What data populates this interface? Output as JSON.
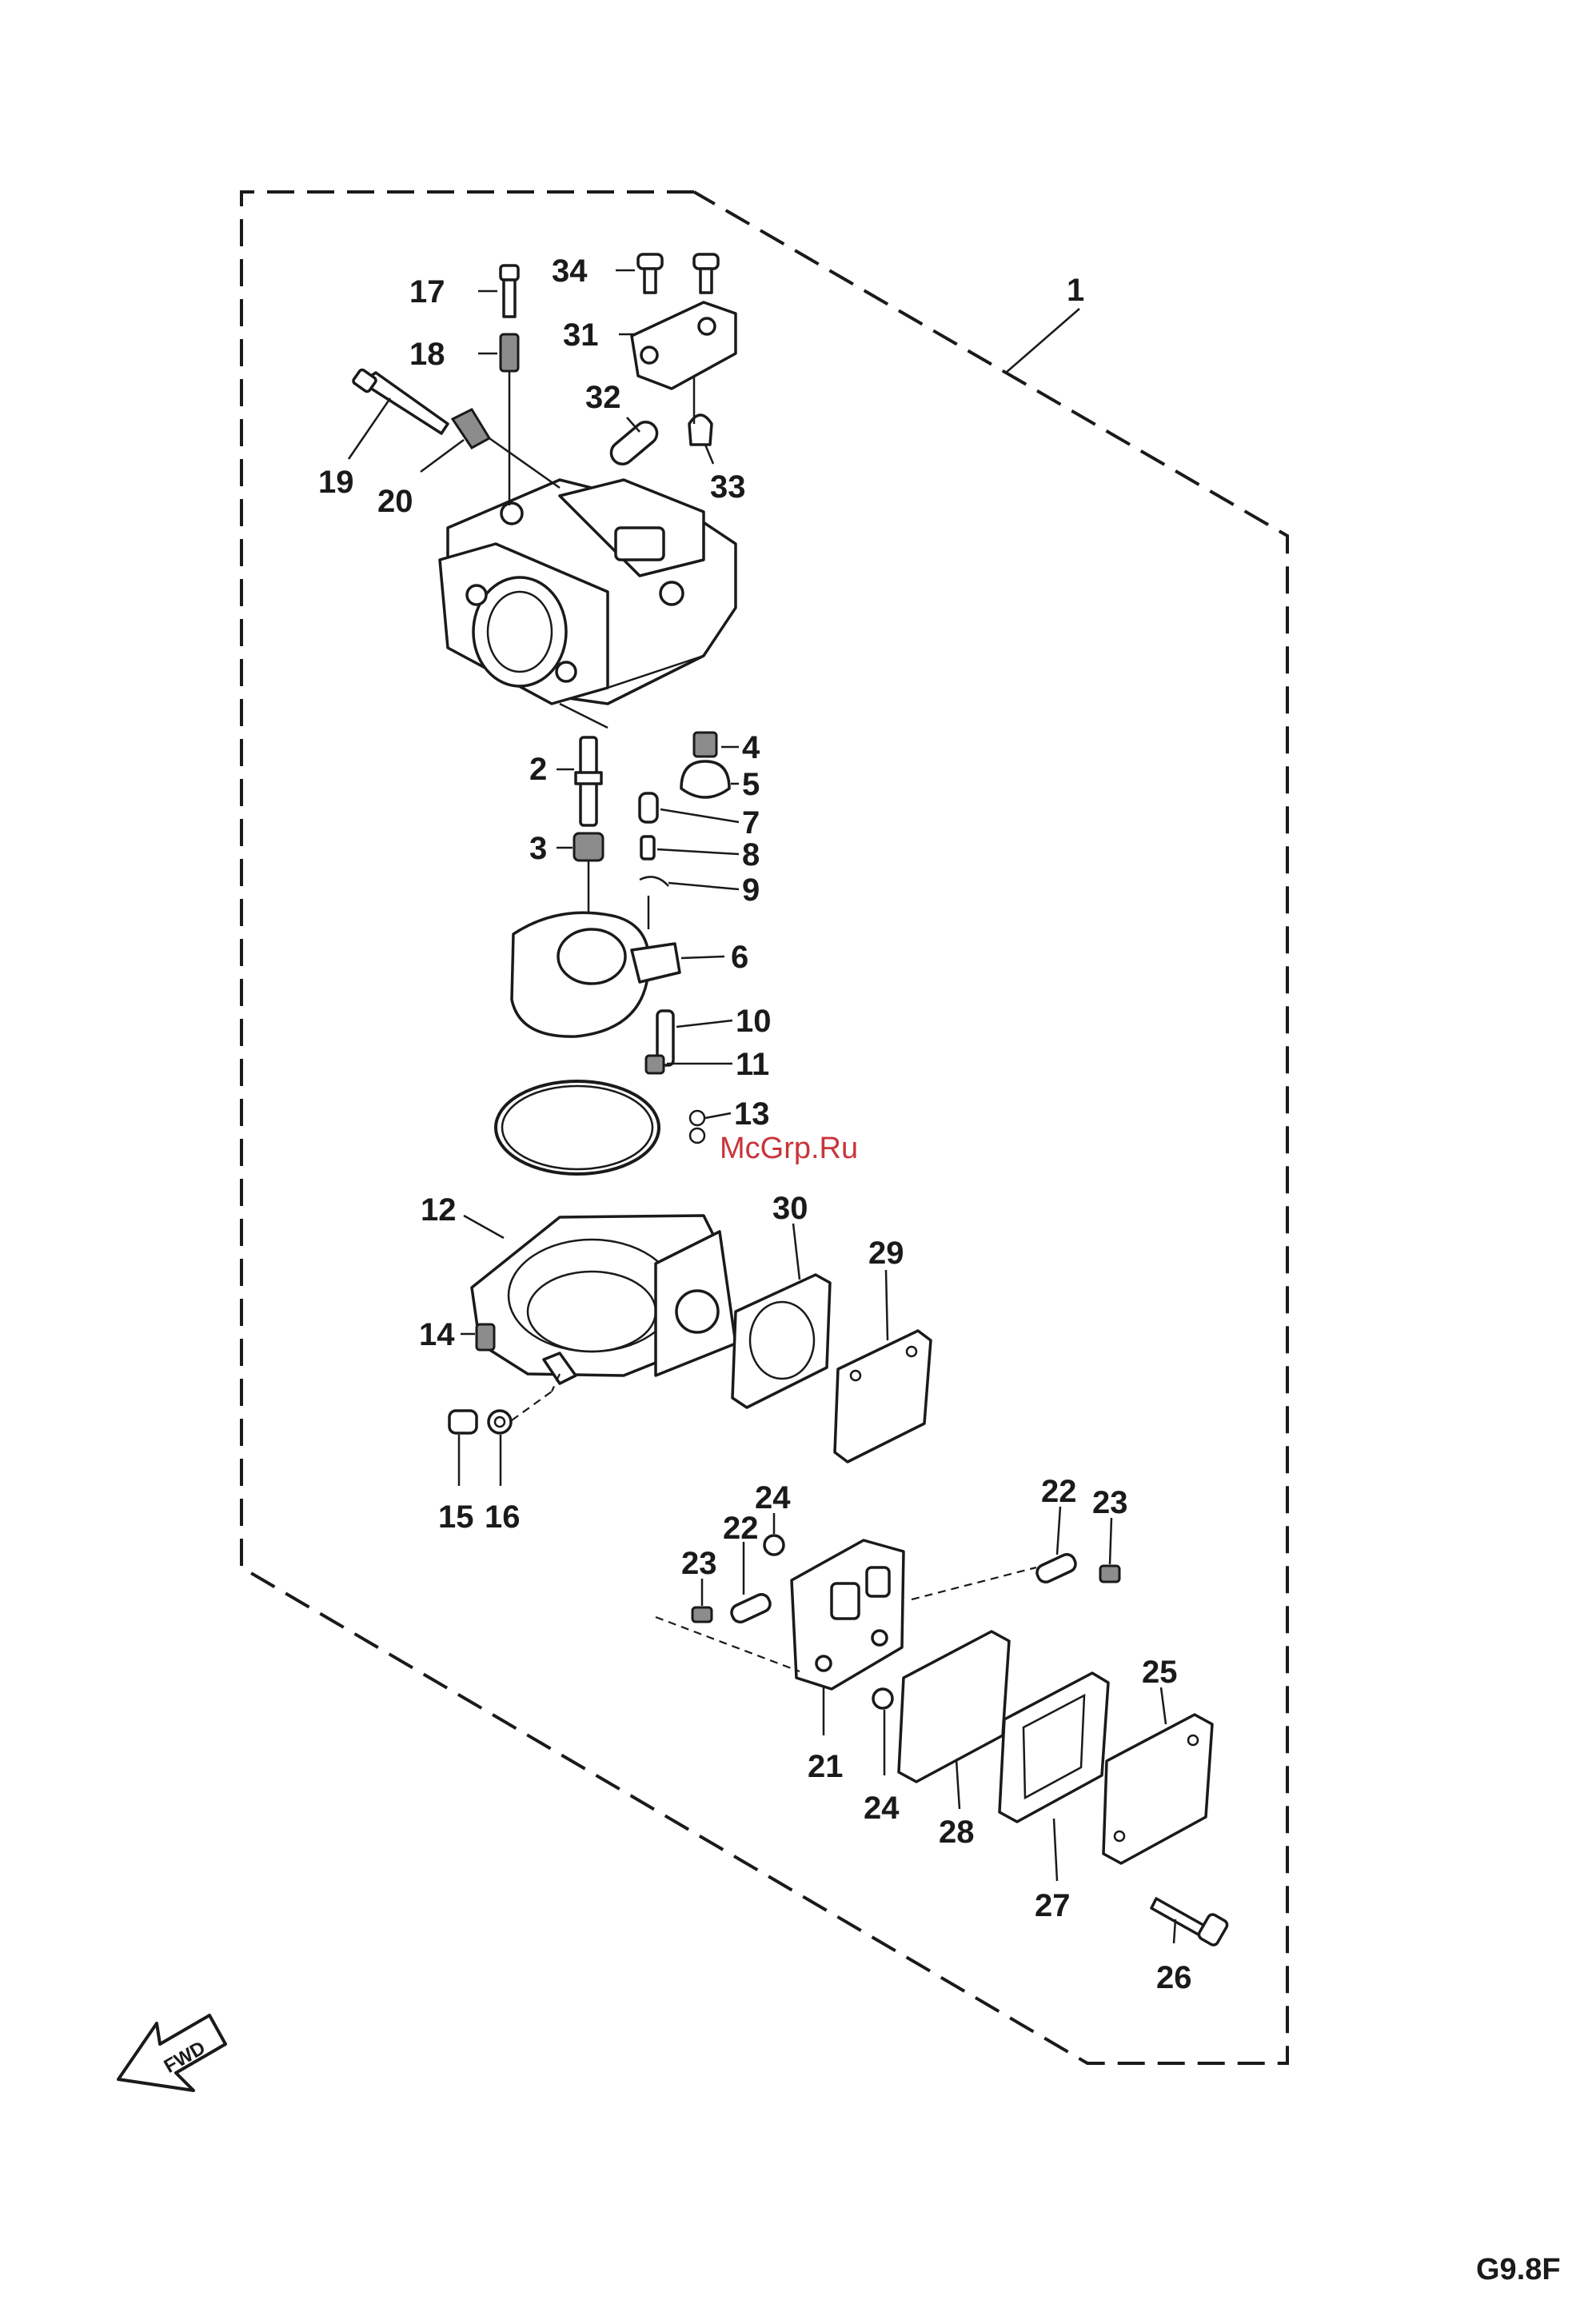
{
  "diagram": {
    "model_code": "G9.8F",
    "watermark": "McGrp.Ru",
    "direction_label": "FWD",
    "callouts": [
      {
        "id": "c1",
        "text": "1"
      },
      {
        "id": "c2",
        "text": "2"
      },
      {
        "id": "c3",
        "text": "3"
      },
      {
        "id": "c4",
        "text": "4"
      },
      {
        "id": "c5",
        "text": "5"
      },
      {
        "id": "c6",
        "text": "6"
      },
      {
        "id": "c7",
        "text": "7"
      },
      {
        "id": "c8",
        "text": "8"
      },
      {
        "id": "c9",
        "text": "9"
      },
      {
        "id": "c10",
        "text": "10"
      },
      {
        "id": "c11",
        "text": "11"
      },
      {
        "id": "c12",
        "text": "12"
      },
      {
        "id": "c13",
        "text": "13"
      },
      {
        "id": "c14",
        "text": "14"
      },
      {
        "id": "c15",
        "text": "15"
      },
      {
        "id": "c16",
        "text": "16"
      },
      {
        "id": "c17",
        "text": "17"
      },
      {
        "id": "c18",
        "text": "18"
      },
      {
        "id": "c19",
        "text": "19"
      },
      {
        "id": "c20",
        "text": "20"
      },
      {
        "id": "c21",
        "text": "21"
      },
      {
        "id": "c22a",
        "text": "22"
      },
      {
        "id": "c22b",
        "text": "22"
      },
      {
        "id": "c23a",
        "text": "23"
      },
      {
        "id": "c23b",
        "text": "23"
      },
      {
        "id": "c24a",
        "text": "24"
      },
      {
        "id": "c24b",
        "text": "24"
      },
      {
        "id": "c25",
        "text": "25"
      },
      {
        "id": "c26",
        "text": "26"
      },
      {
        "id": "c27",
        "text": "27"
      },
      {
        "id": "c28",
        "text": "28"
      },
      {
        "id": "c29",
        "text": "29"
      },
      {
        "id": "c30",
        "text": "30"
      },
      {
        "id": "c31",
        "text": "31"
      },
      {
        "id": "c32",
        "text": "32"
      },
      {
        "id": "c33",
        "text": "33"
      },
      {
        "id": "c34",
        "text": "34"
      }
    ]
  }
}
